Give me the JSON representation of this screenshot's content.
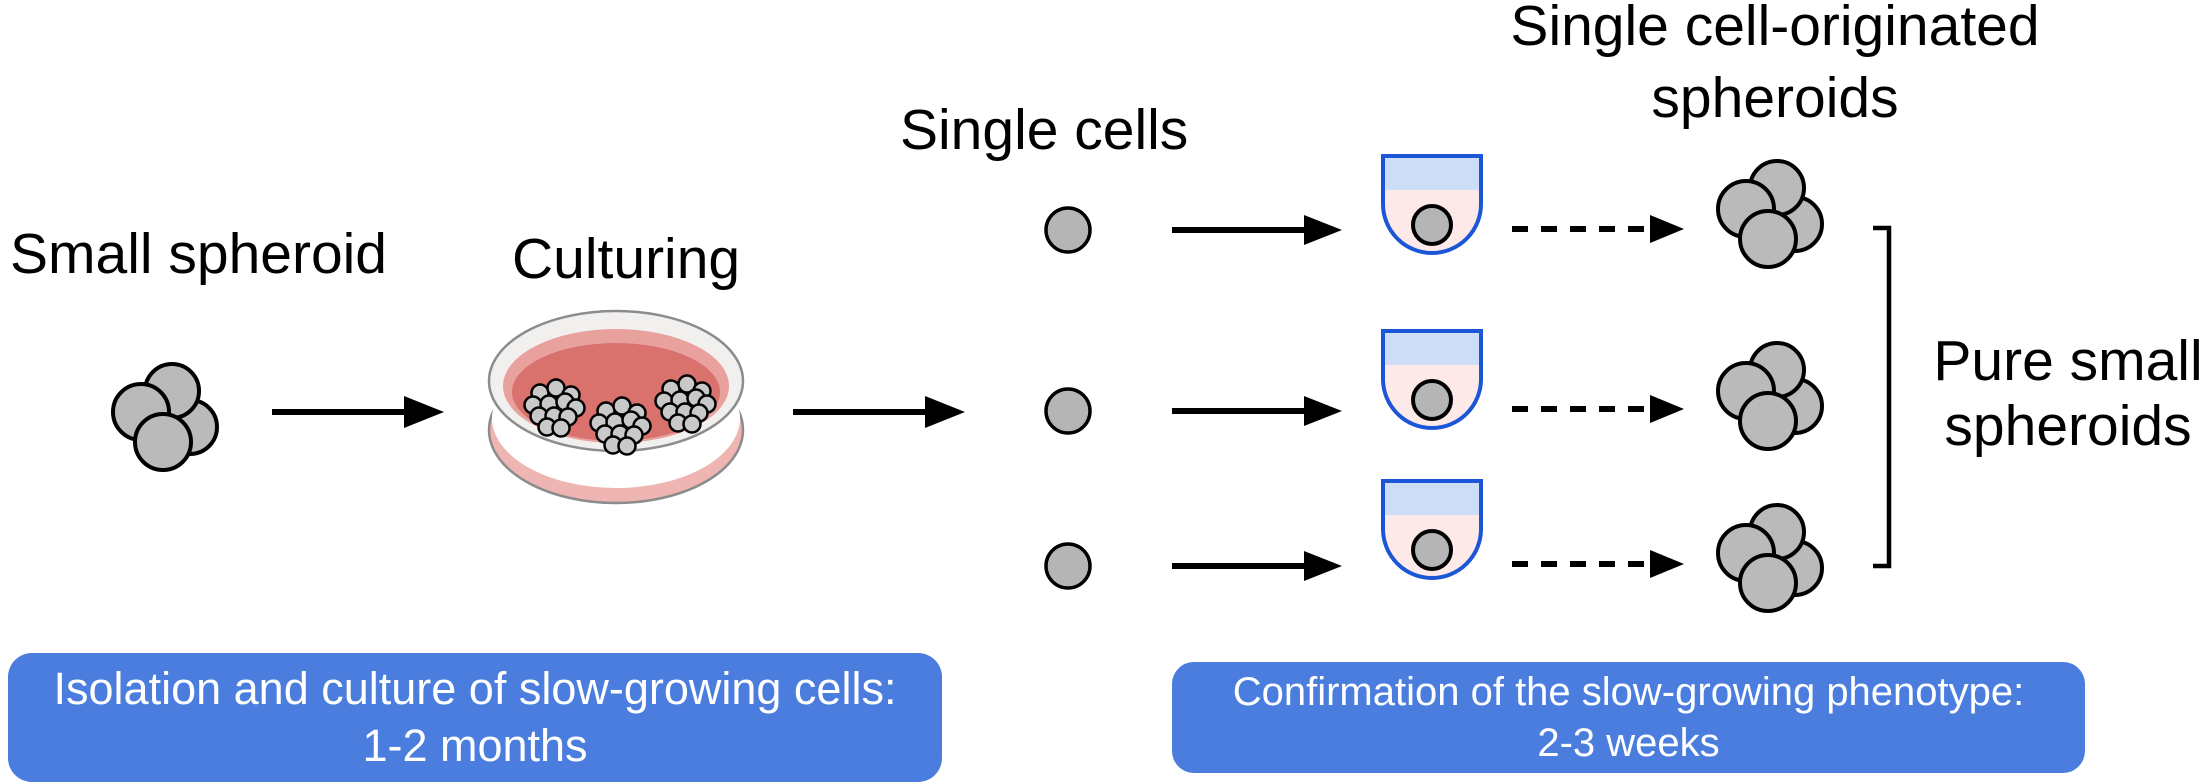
{
  "labels": {
    "small_spheroid": "Small spheroid",
    "culturing": "Culturing",
    "single_cells": "Single cells",
    "single_cell_originated": "Single cell-originated\nspheroids",
    "pure_small": "Pure small\nspheroids"
  },
  "banners": {
    "isolation": {
      "line1": "Isolation and culture of slow-growing cells:",
      "line2": "1-2 months"
    },
    "confirmation": {
      "line1": "Confirmation of the slow-growing phenotype:",
      "line2": "2-3 weeks"
    }
  },
  "colors": {
    "banner_blue": "#4a7dde",
    "banner_text": "#ffffff",
    "cell_gray": "#b5b5b5",
    "spheroid_gray": "#bababa",
    "outline_black": "#000000",
    "well_border_blue": "#1a56d6",
    "well_media_blue": "#cdddf5",
    "well_media_pink": "#fdeae8",
    "dish_rim_white": "#f2f0ef",
    "dish_medium_light": "#e9a19d",
    "dish_medium_red": "#d9716d",
    "dish_wall_pink": "#efb5b2"
  }
}
